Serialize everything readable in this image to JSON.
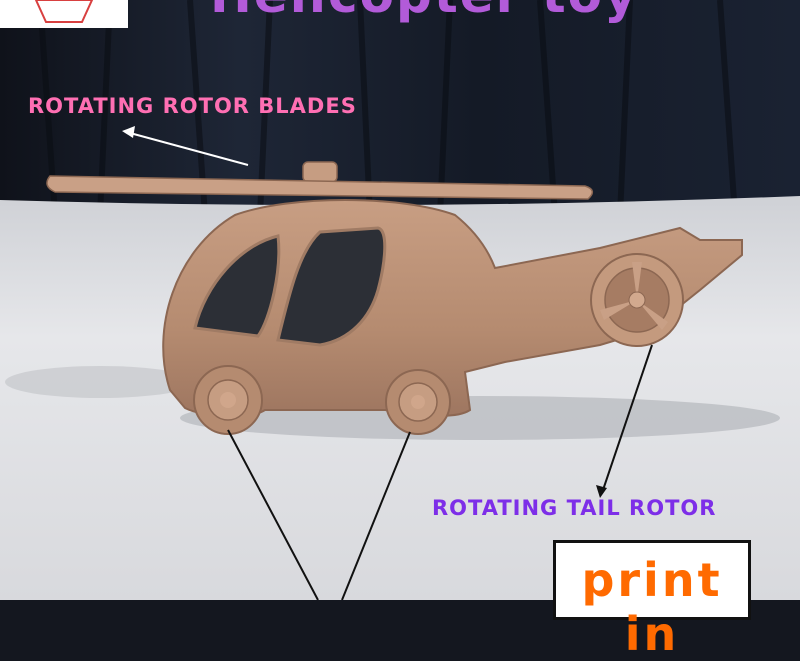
{
  "title": "Helicopter toy",
  "annotations": {
    "rotor": "ROTATING ROTOR BLADES",
    "tail": "ROTATING TAIL ROTOR"
  },
  "badge": "print in",
  "colors": {
    "body": "#b98e73",
    "background_top": "#161a24",
    "table": "#e7e8ea",
    "rotor_label": "#ff6fb3",
    "tail_label": "#7d2ee8",
    "badge_text": "#ff6a00"
  }
}
